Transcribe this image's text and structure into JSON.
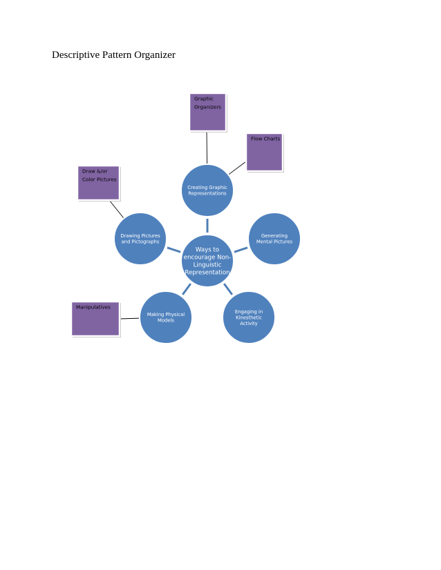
{
  "title": "Descriptive Pattern Organizer",
  "colors": {
    "circle_fill": "#4f81bd",
    "circle_stroke": "#ffffff",
    "connector": "#4f7fb5",
    "box_fill": "#8064a2",
    "box_shadow": "#b9b9b9",
    "box_line": "#000000"
  },
  "center": {
    "lines": [
      "Ways to",
      "encourage Non-",
      "Linguistic",
      "Representation"
    ]
  },
  "nodes": [
    {
      "id": "creating",
      "lines": [
        "Creating Graphic",
        "Representations"
      ]
    },
    {
      "id": "generating",
      "lines": [
        "Generating",
        "Mental Pictures"
      ]
    },
    {
      "id": "engaging",
      "lines": [
        "Engaging in",
        "Kinesthetic",
        "Activity"
      ]
    },
    {
      "id": "making",
      "lines": [
        "Making Physical",
        "Models"
      ]
    },
    {
      "id": "drawing",
      "lines": [
        "Drawing Pictures",
        "and Pictographs"
      ]
    }
  ],
  "boxes": [
    {
      "id": "graphic-organizers",
      "lines": [
        "Graphic",
        "Organizers"
      ],
      "node": "creating"
    },
    {
      "id": "flow-charts",
      "lines": [
        "Flow Charts"
      ],
      "node": "creating"
    },
    {
      "id": "draw-color",
      "lines": [
        "Draw &/or",
        "Color  Pictures"
      ],
      "node": "drawing"
    },
    {
      "id": "manipulatives",
      "lines": [
        "Manipulatives"
      ],
      "node": "making"
    }
  ]
}
